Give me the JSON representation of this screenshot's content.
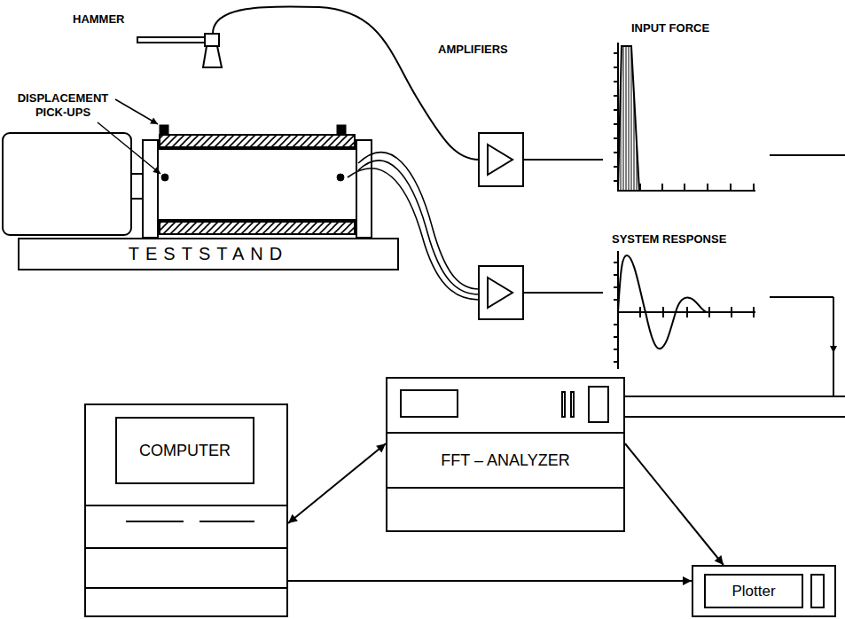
{
  "diagram": {
    "nodes": [
      {
        "text": [
          "TESTSTAND"
        ]
      },
      {
        "text": [
          "FFT – ANALYZER"
        ]
      },
      {
        "text": [
          "COMPUTER"
        ]
      },
      {
        "text": [
          "Plotter"
        ]
      }
    ],
    "edges": [
      {
        "from": 1,
        "to": 2,
        "arrow": "both"
      },
      {
        "from": 1,
        "to": 3,
        "arrow": "to"
      },
      {
        "from": 2,
        "to": 3,
        "arrow": "to"
      }
    ],
    "labels": [
      "HAMMER",
      "DISPLACEMENT PICK-UPS",
      "AMPLIFIERS",
      "INPUT FORCE",
      "SYSTEM RESPONSE"
    ]
  }
}
